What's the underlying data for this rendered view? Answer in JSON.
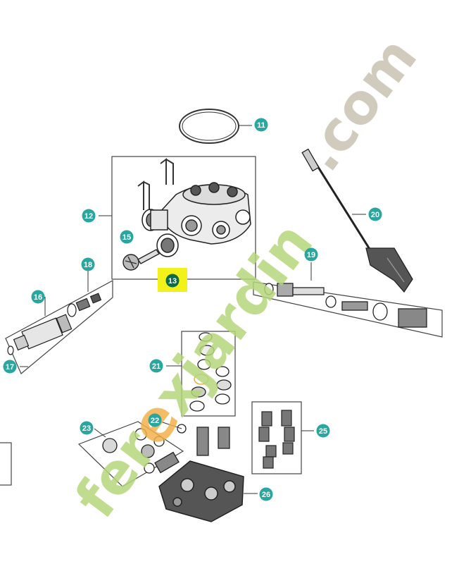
{
  "callouts": [
    {
      "id": "11",
      "label": "11"
    },
    {
      "id": "12",
      "label": "12"
    },
    {
      "id": "13",
      "label": "13",
      "highlight": true
    },
    {
      "id": "15",
      "label": "15"
    },
    {
      "id": "16",
      "label": "16"
    },
    {
      "id": "17",
      "label": "17"
    },
    {
      "id": "18",
      "label": "18"
    },
    {
      "id": "19",
      "label": "19"
    },
    {
      "id": "20",
      "label": "20"
    },
    {
      "id": "21",
      "label": "21"
    },
    {
      "id": "22",
      "label": "22"
    },
    {
      "id": "23",
      "label": "23"
    },
    {
      "id": "25",
      "label": "25"
    },
    {
      "id": "26",
      "label": "26"
    }
  ],
  "watermark": {
    "brand_left": "fer",
    "brand_mid": "e",
    "brand_right": "xjardin",
    "suffix": ".com"
  },
  "colors": {
    "callout_teal": "#2aa6a0",
    "callout_dark": "#0d6b47",
    "highlight_yellow": "#f2f21a",
    "watermark_green": "#b5d67a",
    "watermark_orange": "#f3b24a",
    "watermark_gray": "#c9c2b2",
    "line": "#333333"
  }
}
